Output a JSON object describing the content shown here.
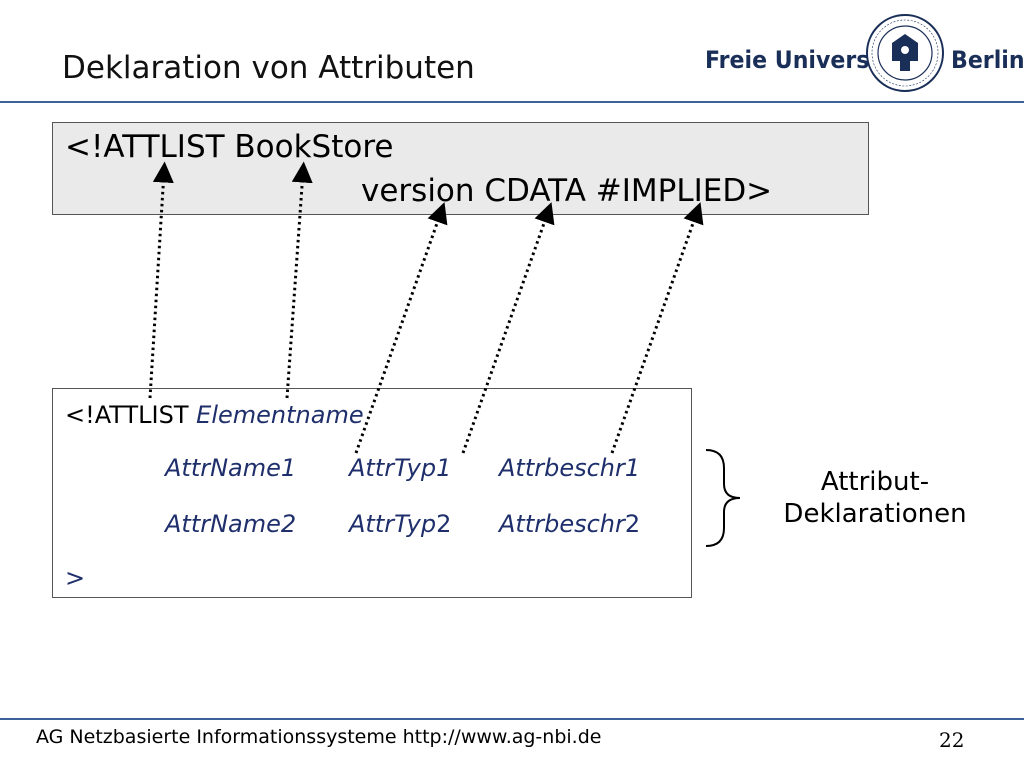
{
  "header": {
    "title": "Deklaration von Attributen",
    "logo": {
      "left_text": "Freie Universität",
      "right_text": "Berlin",
      "seal_text": "VERITAS JUSTITIA LIBERTAS · FREIE UNIVERSITÄT BERLIN"
    }
  },
  "example": {
    "line1": "<!ATTLIST BookStore",
    "line2": "version CDATA #IMPLIED>"
  },
  "template": {
    "line1_prefix": "<!ATTLIST ",
    "line1_name": "Elementname",
    "row1": {
      "name": "AttrName1",
      "type": "AttrTyp1",
      "desc": "Attrbeschr1"
    },
    "row2": {
      "name": "AttrName2",
      "type_prefix": "AttrTyp",
      "type_suffix": "2",
      "desc_prefix": "Attrbeschr",
      "desc_suffix": "2"
    },
    "close": ">"
  },
  "brace_label": {
    "line1": "Attribut-",
    "line2": "Deklarationen"
  },
  "footer": {
    "text": "AG Netzbasierte Informationssysteme http://www.ag-nbi.de",
    "page": "22"
  },
  "colors": {
    "accent": "#3d6299",
    "logo": "#1a2f58",
    "example_bg": "#eaeaea",
    "template_italic": "#1f2f6b"
  }
}
